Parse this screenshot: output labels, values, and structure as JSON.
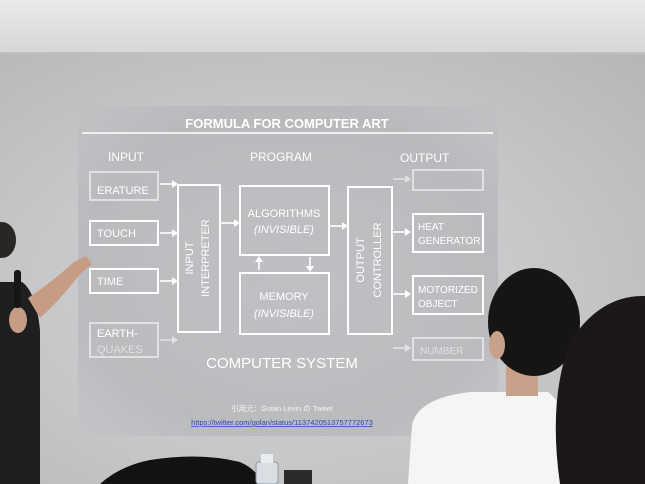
{
  "slide": {
    "title": "FORMULA FOR COMPUTER ART",
    "headers": {
      "input": "INPUT",
      "program": "PROGRAM",
      "output": "OUTPUT"
    },
    "inputs": [
      "ERATURE",
      "TOUCH",
      "TIME",
      "EARTH-",
      "QUAKES"
    ],
    "interpreter": [
      "INPUT",
      "INTERPRETER"
    ],
    "algorithms": [
      "ALGORITHMS",
      "(INVISIBLE)"
    ],
    "memory": [
      "MEMORY",
      "(INVISIBLE)"
    ],
    "controller": [
      "OUTPUT",
      "CONTROLLER"
    ],
    "outputs": [
      "HEAT",
      "GENERATOR",
      "MOTORIZED",
      "OBJECT",
      "NUMBER"
    ],
    "system_label": "COMPUTER SYSTEM",
    "credit": "引用元：Golan Levin の Tweet",
    "url": "https://twitter.com/golan/status/1137420513757772673"
  }
}
